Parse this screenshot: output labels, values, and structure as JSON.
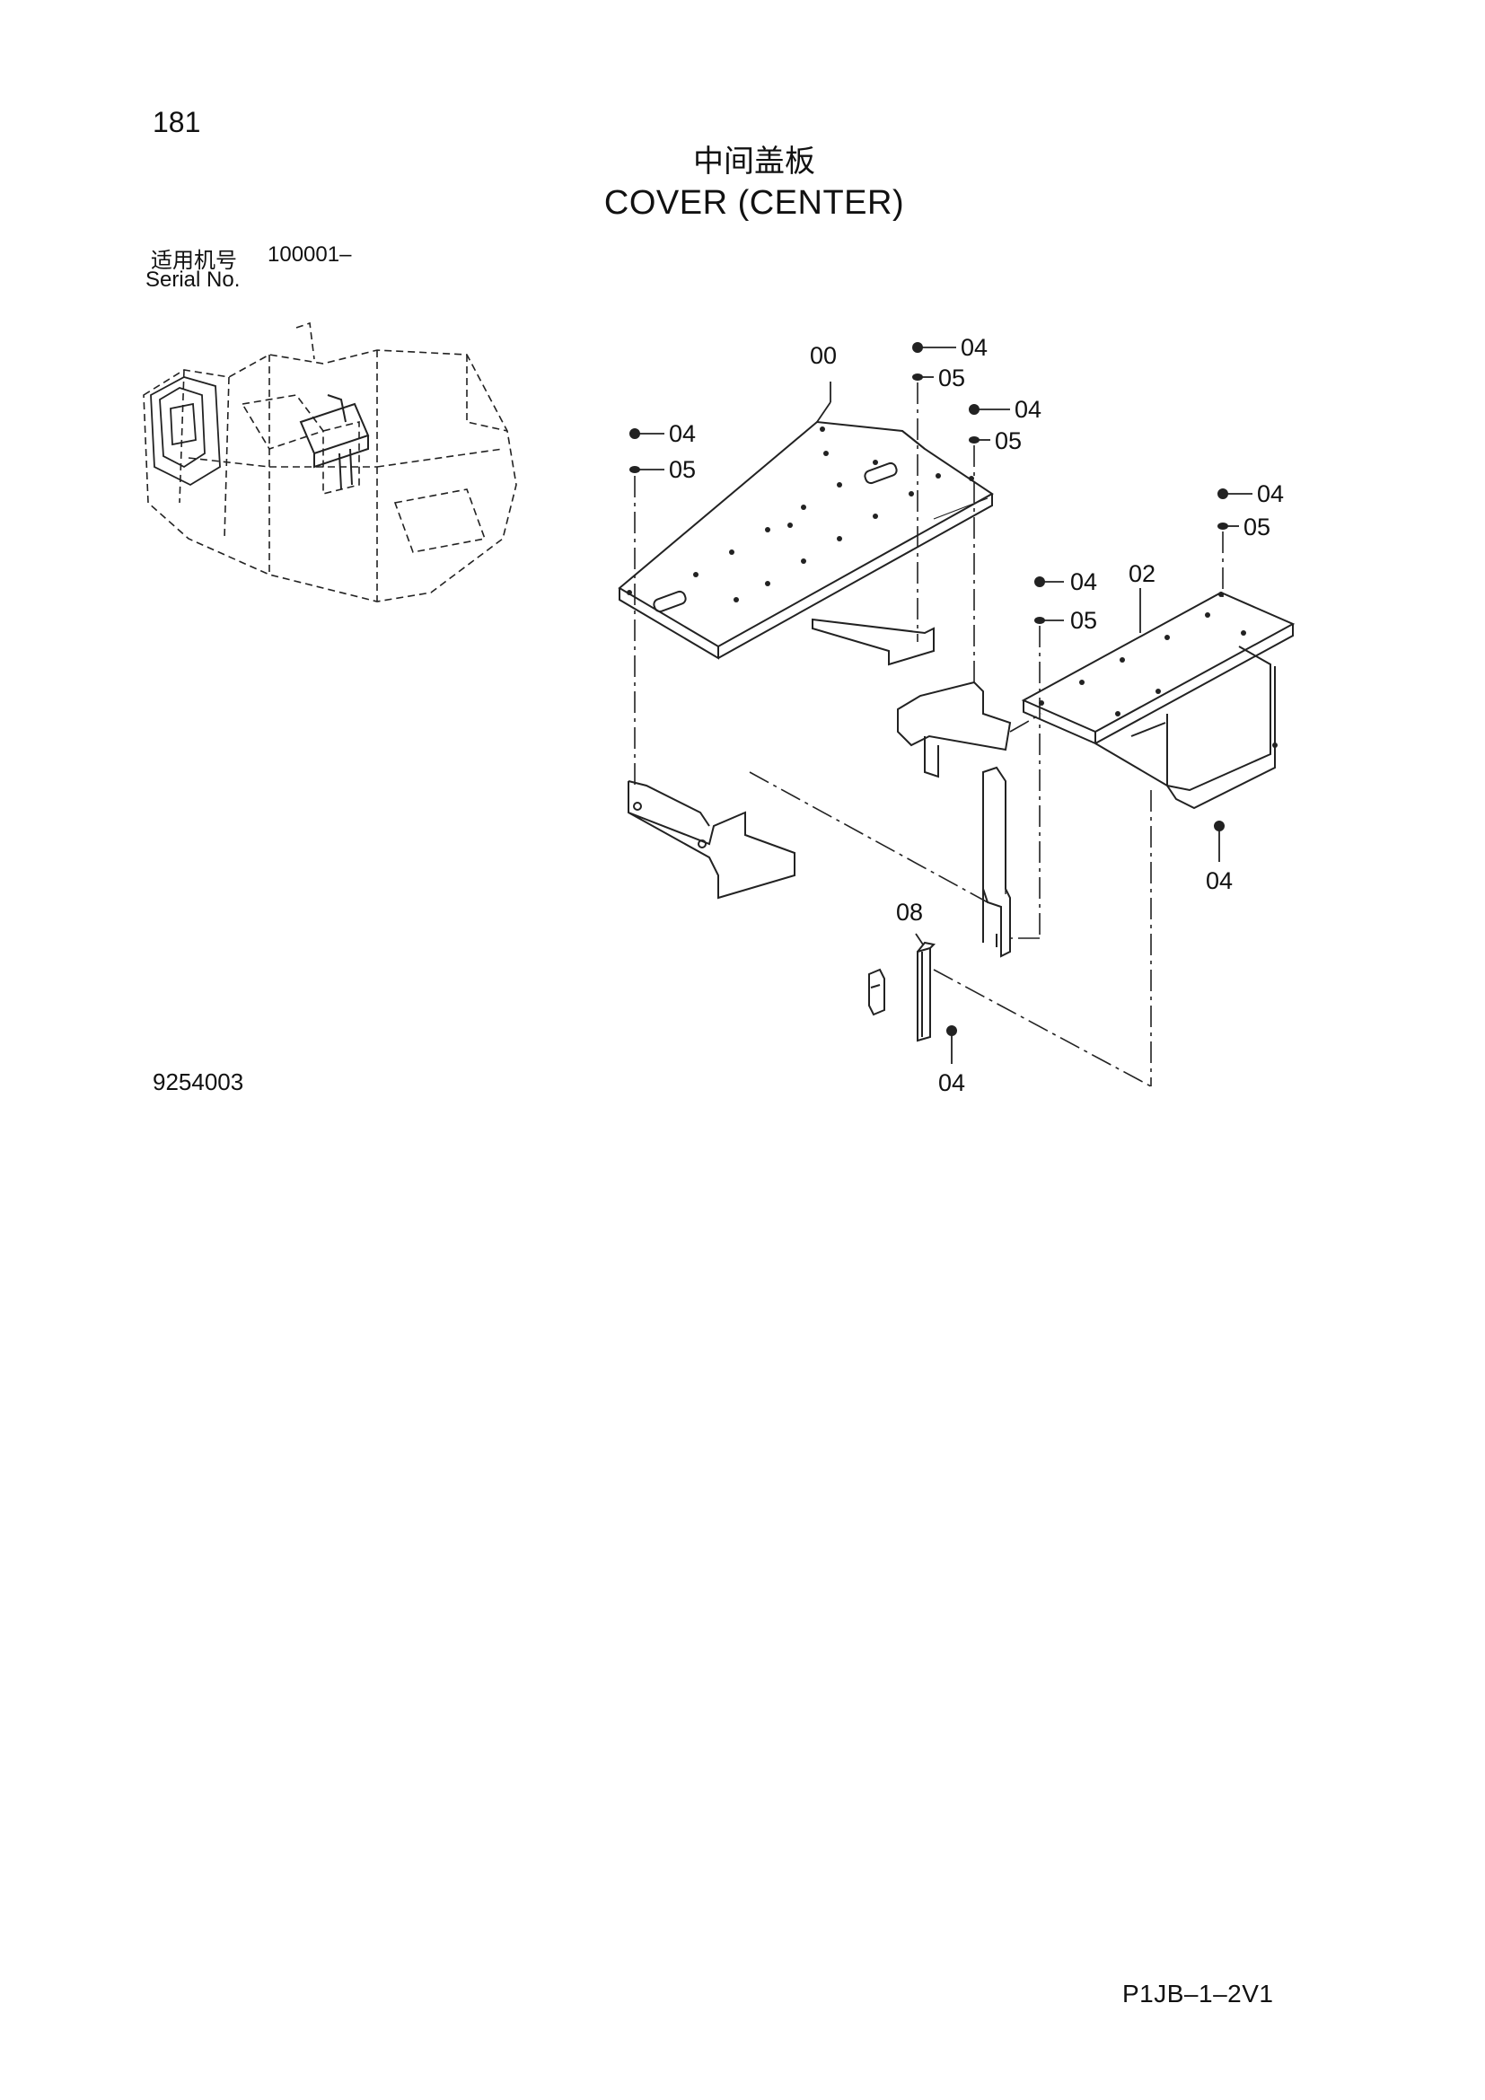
{
  "page_number": "181",
  "title": {
    "chinese": "中间盖板",
    "english": "COVER (CENTER)"
  },
  "serial": {
    "label_cn": "适用机号",
    "value": "100001–",
    "label_en": "Serial No."
  },
  "drawing_number": "9254003",
  "document_code": "P1JB–1–2V1",
  "callouts": {
    "c00": "00",
    "c02": "02",
    "c08": "08",
    "bolt_04": "04",
    "washer_05": "05"
  }
}
